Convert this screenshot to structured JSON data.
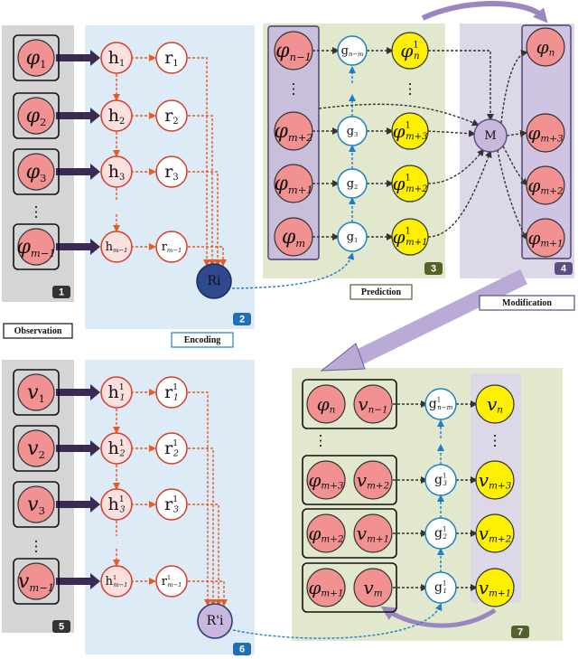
{
  "colors": {
    "obs_panel": "#d5d5d5",
    "enc_panel": "#dcebf5",
    "pred_panel": "#e2e8cd",
    "mod_panel": "#ddd8e8",
    "node_red": "#f29191",
    "node_pink": "#fbe0e0",
    "node_yellow": "#ffef00",
    "ri_node": "#2f4a8c",
    "m_node": "#c9b8dd",
    "arrow_red": "#e85a26",
    "arrow_blue": "#1a7fc4",
    "arrow_black": "#333333",
    "arrow_purple": "#9b86c2",
    "num_box": "#333333",
    "num_blue": "#1f6fb2",
    "num_olive": "#54622a",
    "num_purple": "#5c4d82"
  },
  "labels": {
    "observation": "Observation",
    "encoding": "Encoding",
    "prediction": "Prediction",
    "modification": "Modification"
  },
  "panel_numbers": [
    "1",
    "2",
    "3",
    "4",
    "5",
    "6",
    "7"
  ],
  "ellipsis": "⋮",
  "top": {
    "obs": [
      {
        "base": "φ",
        "sub": "1"
      },
      {
        "base": "φ",
        "sub": "2"
      },
      {
        "base": "φ",
        "sub": "3"
      },
      {
        "base": "φ",
        "sub": "m−1"
      }
    ],
    "h": [
      {
        "base": "h",
        "sub": "1"
      },
      {
        "base": "h",
        "sub": "2"
      },
      {
        "base": "h",
        "sub": "3"
      },
      {
        "base": "h",
        "sub": "m−1"
      }
    ],
    "r": [
      {
        "base": "r",
        "sub": "1"
      },
      {
        "base": "r",
        "sub": "2"
      },
      {
        "base": "r",
        "sub": "3"
      },
      {
        "base": "r",
        "sub": "m−1"
      }
    ],
    "ri": "Ri",
    "pred_left": [
      {
        "base": "φ",
        "sub": "n−1"
      },
      {
        "base": "φ",
        "sub": "m+2"
      },
      {
        "base": "φ",
        "sub": "m+1"
      },
      {
        "base": "φ",
        "sub": "m"
      }
    ],
    "g": [
      {
        "base": "g",
        "sub": "n−m"
      },
      {
        "base": "g",
        "sub": "3"
      },
      {
        "base": "g",
        "sub": "2"
      },
      {
        "base": "g",
        "sub": "1"
      }
    ],
    "pred_yellow": [
      {
        "base": "φ",
        "sub": "n",
        "sup": "1"
      },
      {
        "base": "φ",
        "sub": "m+3",
        "sup": "1"
      },
      {
        "base": "φ",
        "sub": "m+2",
        "sup": "1"
      },
      {
        "base": "φ",
        "sub": "m+1",
        "sup": "1"
      }
    ],
    "m_node": "M",
    "mod": [
      {
        "base": "φ",
        "sub": "n"
      },
      {
        "base": "φ",
        "sub": "m+3"
      },
      {
        "base": "φ",
        "sub": "m+2"
      },
      {
        "base": "φ",
        "sub": "m+1"
      }
    ]
  },
  "bottom": {
    "obs": [
      {
        "base": "v",
        "sub": "1"
      },
      {
        "base": "v",
        "sub": "2"
      },
      {
        "base": "v",
        "sub": "3"
      },
      {
        "base": "v",
        "sub": "m−1"
      }
    ],
    "h": [
      {
        "base": "h",
        "sub": "1",
        "sup": "1"
      },
      {
        "base": "h",
        "sub": "2",
        "sup": "1"
      },
      {
        "base": "h",
        "sub": "3",
        "sup": "1"
      },
      {
        "base": "h",
        "sub": "m−1",
        "sup": "1"
      }
    ],
    "r": [
      {
        "base": "r",
        "sub": "1",
        "sup": "1"
      },
      {
        "base": "r",
        "sub": "2",
        "sup": "1"
      },
      {
        "base": "r",
        "sub": "3",
        "sup": "1"
      },
      {
        "base": "r",
        "sub": "m−1",
        "sup": "1"
      }
    ],
    "ri": "R'i",
    "pairs": [
      [
        {
          "base": "φ",
          "sub": "n"
        },
        {
          "base": "v",
          "sub": "n−1"
        }
      ],
      [
        {
          "base": "φ",
          "sub": "m+3"
        },
        {
          "base": "v",
          "sub": "m+2"
        }
      ],
      [
        {
          "base": "φ",
          "sub": "m+2"
        },
        {
          "base": "v",
          "sub": "m+1"
        }
      ],
      [
        {
          "base": "φ",
          "sub": "m+1"
        },
        {
          "base": "v",
          "sub": "m"
        }
      ]
    ],
    "g": [
      {
        "base": "g",
        "sub": "n−m",
        "sup": "1"
      },
      {
        "base": "g",
        "sub": "3",
        "sup": "1"
      },
      {
        "base": "g",
        "sub": "2",
        "sup": "1"
      },
      {
        "base": "g",
        "sub": "1",
        "sup": "1"
      }
    ],
    "yellow": [
      {
        "base": "v",
        "sub": "n"
      },
      {
        "base": "v",
        "sub": "m+3"
      },
      {
        "base": "v",
        "sub": "m+2"
      },
      {
        "base": "v",
        "sub": "m+1"
      }
    ]
  }
}
